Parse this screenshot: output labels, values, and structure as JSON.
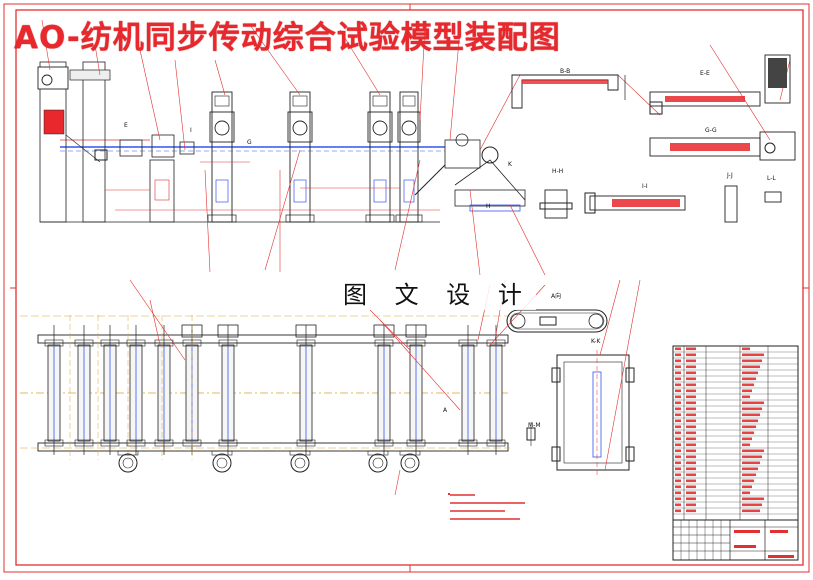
{
  "drawing": {
    "title": "AO-纺机同步传动综合试验模型装配图",
    "watermark": "图 文 设 计",
    "colors": {
      "border": "#e23030",
      "blue_line": "#3355ee",
      "dark": "#222222",
      "leader": "#e23030"
    }
  },
  "views": {
    "section_labels": {
      "b_b": "B-B",
      "e_e": "E-E",
      "g_g": "G-G",
      "h_h": "H-H",
      "i_i": "I-I",
      "j_j": "J-J",
      "l_l": "L-L",
      "k_k": "K-K",
      "m_m": "M-M",
      "a_a": "A向",
      "e": "E",
      "k": "K",
      "i": "I",
      "g": "G",
      "h": "H",
      "a": "A"
    }
  }
}
